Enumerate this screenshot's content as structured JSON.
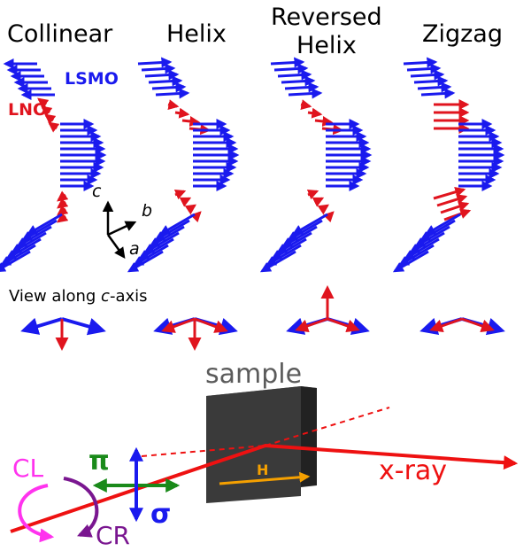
{
  "titles": {
    "collinear": "Collinear",
    "helix": "Helix",
    "reversed_helix_line1": "Reversed",
    "reversed_helix_line2": "Helix",
    "zigzag": "Zigzag"
  },
  "layer_labels": {
    "lsmo": "LSMO",
    "lno": "LNO"
  },
  "axes": {
    "a": "a",
    "b": "b",
    "c": "c"
  },
  "view_caption": {
    "prefix": "View along ",
    "axis": "c",
    "suffix": "-axis"
  },
  "scattering": {
    "sample": "sample",
    "field": "H",
    "beam": "x-ray",
    "pi": "π",
    "sigma": "σ",
    "circular_left": "CL",
    "circular_right": "CR"
  },
  "colors": {
    "lsmo_blue": "#1a1aee",
    "lno_red": "#e0141e",
    "sample_dark": "#3a3a3a",
    "field_orange": "#f5a000",
    "pi_green": "#1a8a1a",
    "cl_magenta": "#ff33ee",
    "cr_purple": "#7a1690"
  }
}
